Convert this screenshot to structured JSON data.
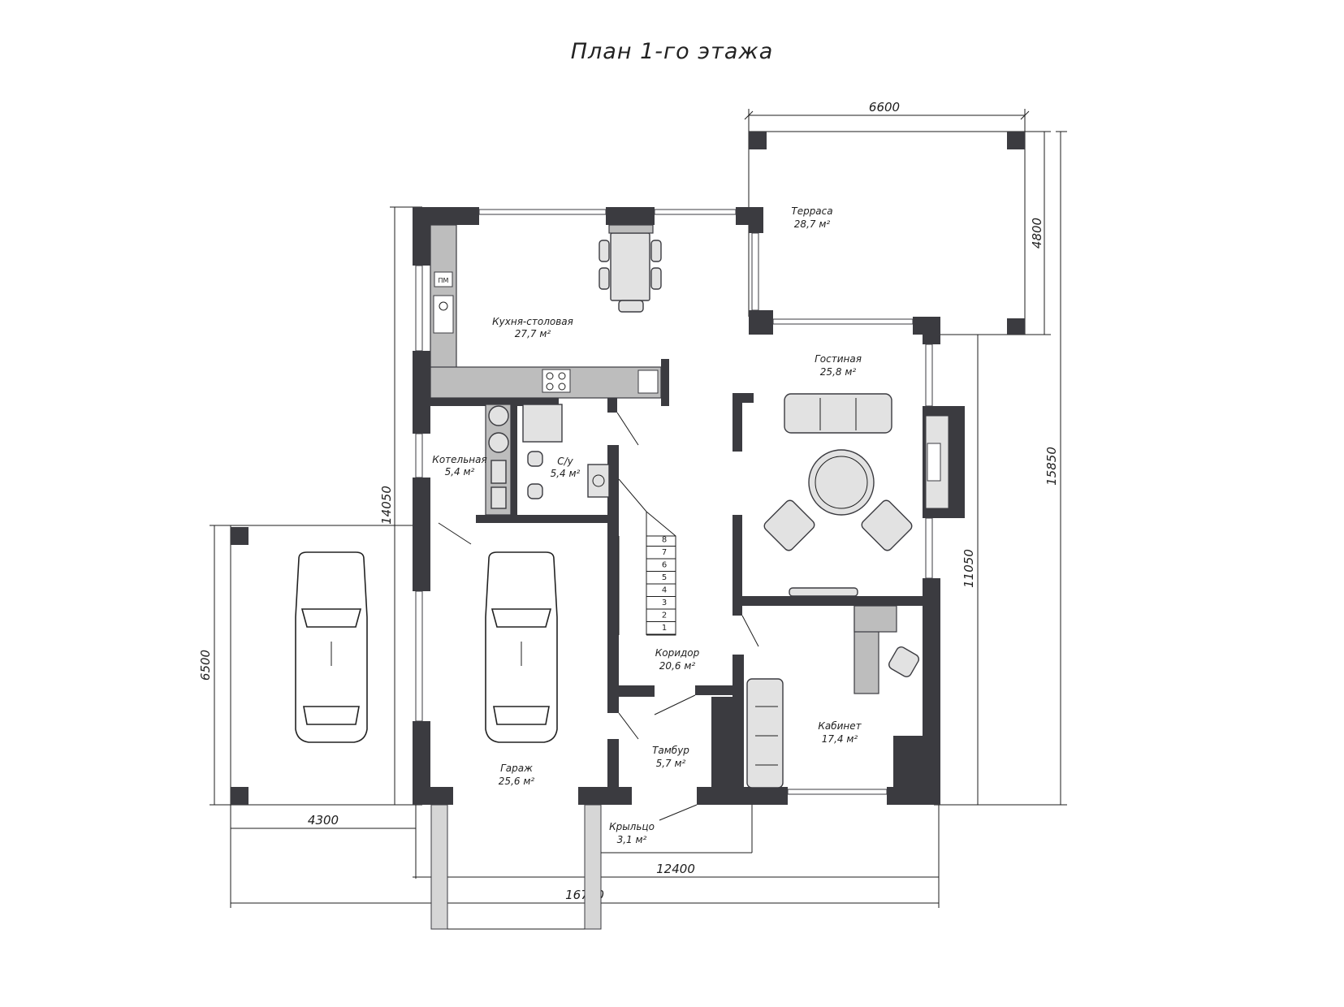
{
  "title": "План 1-го этажа",
  "rooms": {
    "kitchen": {
      "name": "Кухня-столовая",
      "area": "27,7 м²"
    },
    "terrace": {
      "name": "Терраса",
      "area": "28,7 м²"
    },
    "living": {
      "name": "Гостиная",
      "area": "25,8 м²"
    },
    "boiler": {
      "name": "Котельная",
      "area": "5,4 м²"
    },
    "wc": {
      "name": "С/у",
      "area": "5,4 м²"
    },
    "corridor": {
      "name": "Коридор",
      "area": "20,6 м²"
    },
    "garage": {
      "name": "Гараж",
      "area": "25,6 м²"
    },
    "vestibule": {
      "name": "Тамбур",
      "area": "5,7 м²"
    },
    "porch": {
      "name": "Крыльцо",
      "area": "3,1 м²"
    },
    "study": {
      "name": "Кабинет",
      "area": "17,4 м²"
    }
  },
  "dimensions": {
    "terrace_width": "6600",
    "terrace_depth": "4800",
    "overall_height": "15850",
    "house_height": "14050",
    "right_height": "11050",
    "carport_height": "6500",
    "carport_width": "4300",
    "house_width": "12400",
    "overall_width": "16700"
  },
  "stair_steps": [
    "1",
    "2",
    "3",
    "4",
    "5",
    "6",
    "7",
    "8"
  ],
  "appliance_label": "ПМ",
  "colors": {
    "wall": "#3b3b40",
    "counter": "#bdbdbd",
    "furniture": "#e2e2e2"
  }
}
